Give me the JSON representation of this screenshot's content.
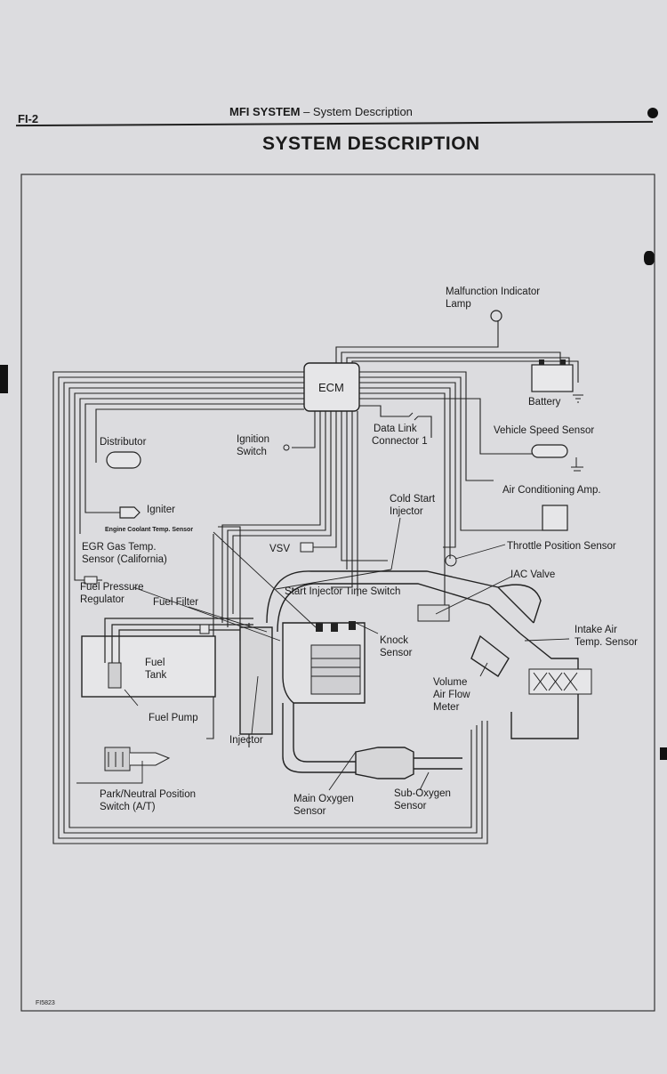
{
  "header": {
    "page_number": "FI-2",
    "section_title": "MFI SYSTEM",
    "separator": " – ",
    "section_subtitle": "System Description"
  },
  "title": "SYSTEM DESCRIPTION",
  "figure_id": "FI5823",
  "labels": {
    "mil_1": "Malfunction Indicator",
    "mil_2": "Lamp",
    "ecm": "ECM",
    "battery": "Battery",
    "distributor": "Distributor",
    "ignition_1": "Ignition",
    "ignition_2": "Switch",
    "dlc_1": "Data Link",
    "dlc_2": "Connector 1",
    "vss": "Vehicle Speed Sensor",
    "igniter": "Igniter",
    "ac_amp": "Air Conditioning Amp.",
    "cold_start_1": "Cold Start",
    "cold_start_2": "Injector",
    "ect": "Engine Coolant Temp. Sensor",
    "egr_1": "EGR Gas Temp.",
    "egr_2": "Sensor (California)",
    "vsv": "VSV",
    "tps": "Throttle Position Sensor",
    "fpr_1": "Fuel Pressure",
    "fpr_2": "Regulator",
    "sitsw": "Start Injector Time Switch",
    "iac": "IAC Valve",
    "fuel_filter": "Fuel Filter",
    "fuel_tank_1": "Fuel",
    "fuel_tank_2": "Tank",
    "knock_1": "Knock",
    "knock_2": "Sensor",
    "iat_1": "Intake Air",
    "iat_2": "Temp. Sensor",
    "vaf_1": "Volume",
    "vaf_2": "Air Flow",
    "vaf_3": "Meter",
    "fuel_pump": "Fuel Pump",
    "injector": "Injector",
    "pnp_1": "Park/Neutral Position",
    "pnp_2": "Switch (A/T)",
    "main_o2_1": "Main Oxygen",
    "main_o2_2": "Sensor",
    "sub_o2_1": "Sub-Oxygen",
    "sub_o2_2": "Sensor"
  }
}
